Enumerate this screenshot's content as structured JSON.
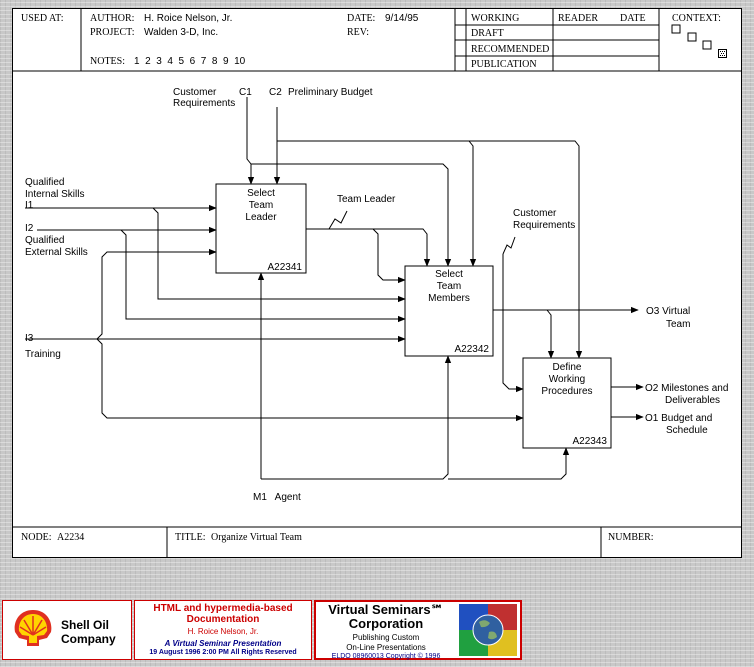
{
  "header": {
    "used_at_label": "USED AT:",
    "author_label": "AUTHOR:",
    "author": "H. Roice Nelson, Jr.",
    "project_label": "PROJECT:",
    "project": "Walden 3-D, Inc.",
    "date_label": "DATE:",
    "date": "9/14/95",
    "rev_label": "REV:",
    "notes_label": "NOTES:",
    "notes": "1  2  3  4  5  6  7  8  9  10",
    "status_items": [
      "WORKING",
      "DRAFT",
      "RECOMMENDED",
      "PUBLICATION"
    ],
    "reader_label": "READER",
    "reader_date_label": "DATE",
    "context_label": "CONTEXT:"
  },
  "diagram": {
    "controls": {
      "c1_name_line1": "Customer",
      "c1_name_line2": "Requirements",
      "c1_code": "C1",
      "c2_code": "C2",
      "c2_name": "Preliminary Budget"
    },
    "inputs": {
      "i1_line1": "Qualified",
      "i1_line2": "Internal Skills",
      "i1_code": "I1",
      "i2_code": "I2",
      "i2_line1": "Qualified",
      "i2_line2": "External Skills",
      "i3_code": "I3",
      "i3_name": "Training"
    },
    "mechanism": "M1   Agent",
    "boxes": [
      {
        "line1": "Select",
        "line2": "Team",
        "line3": "Leader",
        "node": "A22341"
      },
      {
        "line1": "Select",
        "line2": "Team",
        "line3": "Members",
        "node": "A22342"
      },
      {
        "line1": "Define",
        "line2": "Working",
        "line3": "Procedures",
        "node": "A22343"
      }
    ],
    "internal_labels": {
      "team_leader": "Team Leader",
      "cust_req_line1": "Customer",
      "cust_req_line2": "Requirements"
    },
    "outputs": {
      "o3_line1": "O3   Virtual",
      "o3_line2": "Team",
      "o2_line1": "O2  Milestones and",
      "o2_line2": "Deliverables",
      "o1_line1": "O1   Budget and",
      "o1_line2": "Schedule"
    }
  },
  "footer": {
    "node_label": "NODE:",
    "node": "A2234",
    "title_label": "TITLE:",
    "title": "Organize Virtual Team",
    "number_label": "NUMBER:"
  },
  "banner": {
    "company_line1": "Shell Oil",
    "company_line2": "Company",
    "doc_title_line1": "HTML and hypermedia-based",
    "doc_title_line2": "Documentation",
    "doc_author": "H. Roice Nelson, Jr.",
    "presentation": "A Virtual Seminar Presentation",
    "presentation_date": "19 August 1996  2:00 PM   All Rights Reserved",
    "vs_name_line1": "Virtual Seminars℠",
    "vs_name_line2": "Corporation",
    "vs_sub_line1": "Publishing Custom",
    "vs_sub_line2": "On-Line Presentations",
    "vs_copyright": "ELDO 08960013 Copyright © 1996",
    "colors": {
      "shell_red": "#e03020",
      "shell_yellow": "#ffd400",
      "banner_red": "#cc0000",
      "banner_blue": "#000088"
    }
  }
}
